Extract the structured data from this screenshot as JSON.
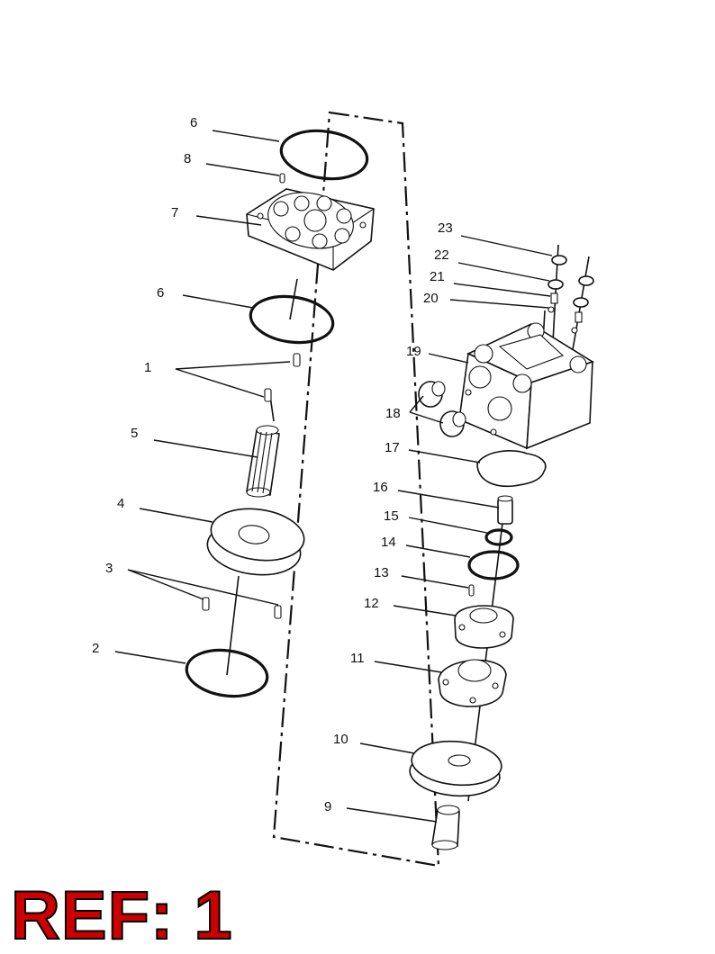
{
  "diagram": {
    "callouts": [
      {
        "id": "c6a",
        "number": "6"
      },
      {
        "id": "c8",
        "number": "8"
      },
      {
        "id": "c7",
        "number": "7"
      },
      {
        "id": "c6b",
        "number": "6"
      },
      {
        "id": "c1",
        "number": "1"
      },
      {
        "id": "c5",
        "number": "5"
      },
      {
        "id": "c4",
        "number": "4"
      },
      {
        "id": "c3",
        "number": "3"
      },
      {
        "id": "c2",
        "number": "2"
      },
      {
        "id": "c23",
        "number": "23"
      },
      {
        "id": "c22",
        "number": "22"
      },
      {
        "id": "c21",
        "number": "21"
      },
      {
        "id": "c20",
        "number": "20"
      },
      {
        "id": "c19",
        "number": "19"
      },
      {
        "id": "c18",
        "number": "18"
      },
      {
        "id": "c17",
        "number": "17"
      },
      {
        "id": "c16",
        "number": "16"
      },
      {
        "id": "c15",
        "number": "15"
      },
      {
        "id": "c14",
        "number": "14"
      },
      {
        "id": "c13",
        "number": "13"
      },
      {
        "id": "c12",
        "number": "12"
      },
      {
        "id": "c11",
        "number": "11"
      },
      {
        "id": "c10",
        "number": "10"
      },
      {
        "id": "c9",
        "number": "9"
      }
    ]
  },
  "reference": {
    "label": "REF: 1",
    "color": "#cc0000"
  }
}
